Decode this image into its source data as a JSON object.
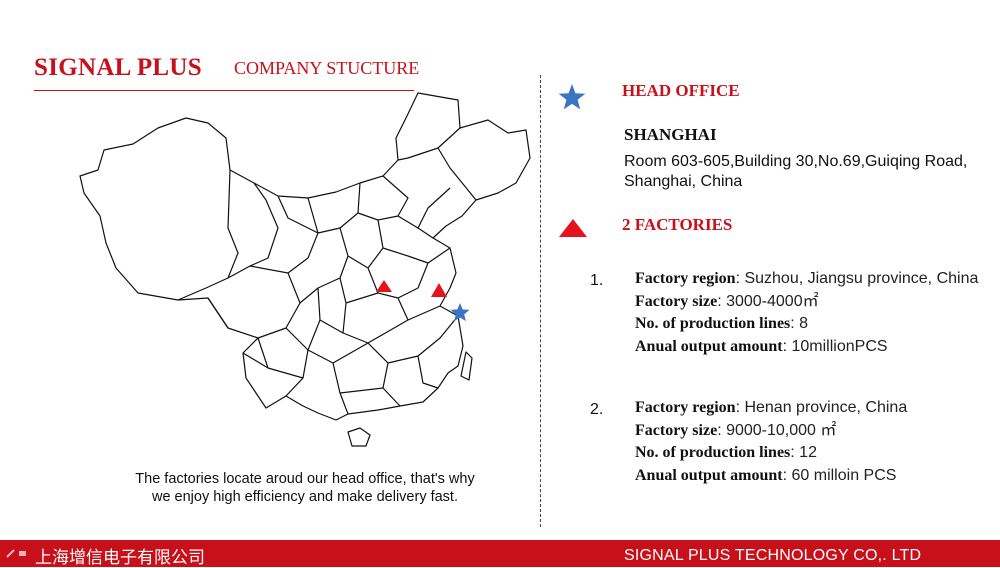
{
  "header": {
    "brand": "SIGNAL PLUS",
    "subtitle": "COMPANY STUCTURE"
  },
  "map": {
    "caption_lines": [
      "The factories locate aroud our head office, that's why",
      "we enjoy high efficiency and make delivery fast."
    ],
    "marker_icons": [
      "blue-star-icon",
      "red-triangle-icon"
    ]
  },
  "head_office": {
    "heading": "HEAD OFFICE",
    "city": "SHANGHAI",
    "address": "Room 603-605,Building 30,No.69,Guiqing Road, Shanghai, China"
  },
  "factories": {
    "heading": "2  FACTORIES",
    "items": [
      {
        "number": "1.",
        "rows": [
          {
            "label": "Factory region",
            "value": ": Suzhou, Jiangsu province, China"
          },
          {
            "label": "Factory size",
            "value": ": 3000-4000㎡"
          },
          {
            "label": "No. of production lines",
            "value": ": 8"
          },
          {
            "label": "Anual output amount",
            "value": ":  10millionPCS"
          }
        ]
      },
      {
        "number": "2.",
        "rows": [
          {
            "label": "Factory region",
            "value": ": Henan province, China"
          },
          {
            "label": "Factory size",
            "value": ": 9000-10,000 ㎡"
          },
          {
            "label": "No. of production lines",
            "value": ": 12"
          },
          {
            "label": "Anual output amount",
            "value": ":  60 milloin PCS"
          }
        ]
      }
    ]
  },
  "footer": {
    "chinese_name": "上海增信电子有限公司",
    "english_name": "SIGNAL PLUS TECHNOLOGY CO,. LTD"
  },
  "colors": {
    "accent": "#c8101a",
    "star": "#3b74c4",
    "triangle": "#e3141b"
  }
}
